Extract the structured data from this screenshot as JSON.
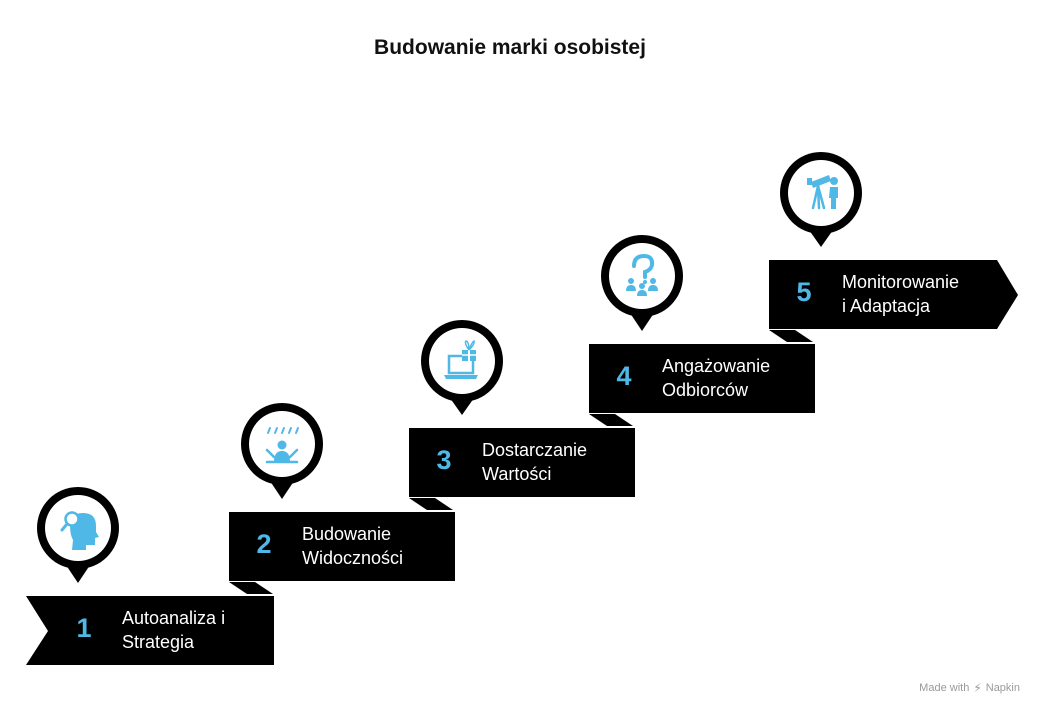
{
  "title": "Budowanie marki osobistej",
  "colors": {
    "box": "#000000",
    "accent": "#4fb8e6",
    "background": "#ffffff"
  },
  "steps": [
    {
      "number": "1",
      "label": "Autoanaliza i\nStrategia",
      "icon": "head-magnifier-icon"
    },
    {
      "number": "2",
      "label": "Budowanie\nWidoczności",
      "icon": "spotlight-person-icon"
    },
    {
      "number": "3",
      "label": "Dostarczanie\nWartości",
      "icon": "laptop-gift-icon"
    },
    {
      "number": "4",
      "label": "Angażowanie\nOdbiorców",
      "icon": "audience-question-icon"
    },
    {
      "number": "5",
      "label": "Monitorowanie\ni Adaptacja",
      "icon": "telescope-person-icon"
    }
  ],
  "footer": {
    "made_with": "Made with",
    "brand": "Napkin"
  }
}
